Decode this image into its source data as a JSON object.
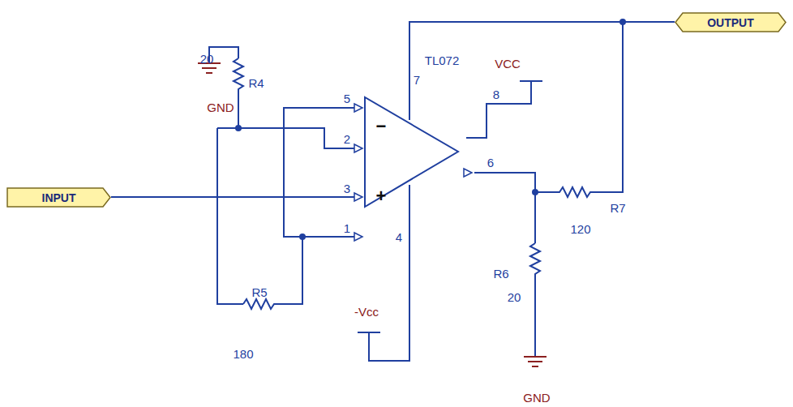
{
  "diagram": {
    "nodes": [
      {
        "text": [
          "INPUT"
        ]
      },
      {
        "text": [
          "OUTPUT"
        ]
      }
    ],
    "labels": [
      "GND",
      "20",
      "R4",
      "5",
      "7",
      "TL072",
      "VCC",
      "8",
      "−",
      "+",
      "2",
      "3",
      "6",
      "1",
      "4",
      "R7",
      "120",
      "R6",
      "20",
      "R5",
      "180",
      "-Vcc",
      "GND"
    ]
  }
}
